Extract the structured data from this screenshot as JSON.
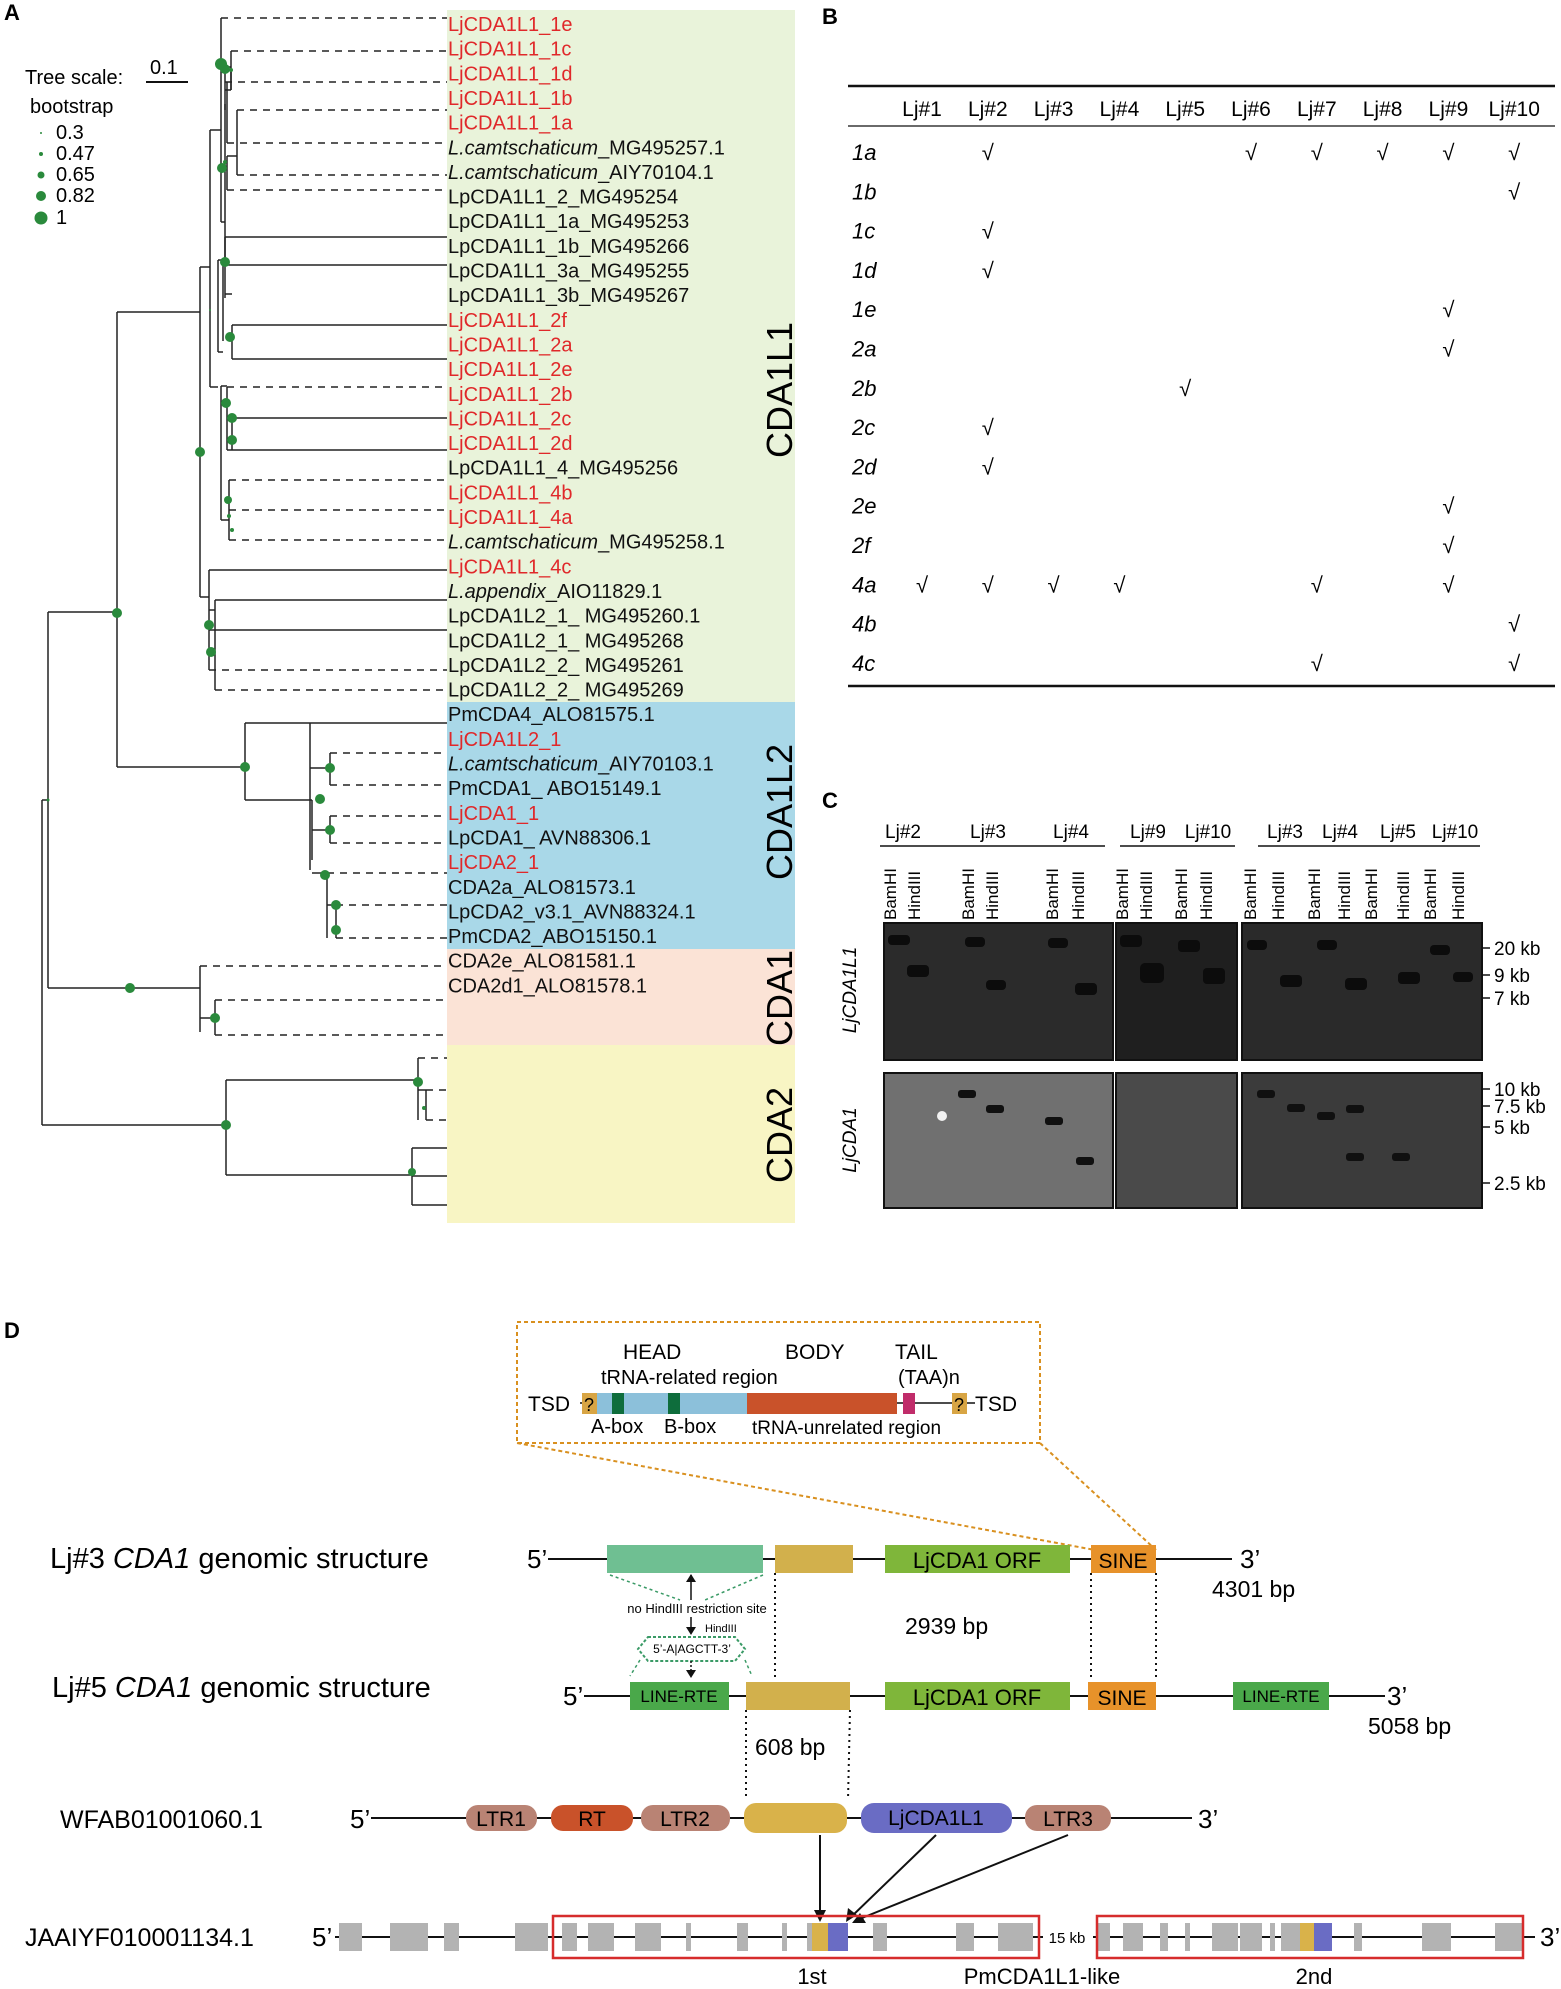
{
  "panels": {
    "A": "A",
    "B": "B",
    "C": "C",
    "D": "D"
  },
  "colors": {
    "red": "#e0282a",
    "green_dot": "#2a8a3c",
    "cda1l1_bg": "#e9f3da",
    "cda1l2_bg": "#a9d8e8",
    "cda1_bg": "#fbe3d6",
    "cda2_bg": "#f8f5c4",
    "sine": "#e7922a",
    "line_rte": "#4aa84a",
    "orf": "#7fb63a",
    "tan": "#d2b04c",
    "ltr": "#b98374",
    "rt": "#c9522a",
    "lj_cda1l1": "#6a6cc4",
    "exon_gray": "#b3b3b3",
    "box_red": "#d62c2c",
    "callout": "#d9901f"
  },
  "panelA": {
    "scale_label": "Tree scale:",
    "scale_value": "0.1",
    "bootstrap_title": "bootstrap",
    "bootstrap": [
      "0.3",
      "0.47",
      "0.65",
      "0.82",
      "1"
    ],
    "clades": [
      "CDA1L1",
      "CDA1L2",
      "CDA1",
      "CDA2"
    ],
    "leaves": [
      {
        "name": "LjCDA1L1_1e",
        "red": true
      },
      {
        "name": "LjCDA1L1_1c",
        "red": true
      },
      {
        "name": "LjCDA1L1_1d",
        "red": true
      },
      {
        "name": "LjCDA1L1_1b",
        "red": true
      },
      {
        "name": "LjCDA1L1_1a",
        "red": true
      },
      {
        "name": "L.camtschaticum_MG495257.1",
        "italic": "L.camtschaticum",
        "rest": "_MG495257.1"
      },
      {
        "name": "L.camtschaticum_AIY70104.1",
        "italic": "L.camtschaticum",
        "rest": "_AIY70104.1"
      },
      {
        "name": "LpCDA1L1_2_MG495254"
      },
      {
        "name": "LpCDA1L1_1a_MG495253"
      },
      {
        "name": "LpCDA1L1_1b_MG495266"
      },
      {
        "name": "LpCDA1L1_3a_MG495255"
      },
      {
        "name": "LpCDA1L1_3b_MG495267"
      },
      {
        "name": "LjCDA1L1_2f",
        "red": true
      },
      {
        "name": "LjCDA1L1_2a",
        "red": true
      },
      {
        "name": "LjCDA1L1_2e",
        "red": true
      },
      {
        "name": "LjCDA1L1_2b",
        "red": true
      },
      {
        "name": "LjCDA1L1_2c",
        "red": true
      },
      {
        "name": "LjCDA1L1_2d",
        "red": true
      },
      {
        "name": "LpCDA1L1_4_MG495256"
      },
      {
        "name": "LjCDA1L1_4b",
        "red": true
      },
      {
        "name": "LjCDA1L1_4a",
        "red": true
      },
      {
        "name": "L.camtschaticum_MG495258.1",
        "italic": "L.camtschaticum",
        "rest": "_MG495258.1"
      },
      {
        "name": "LjCDA1L1_4c",
        "red": true
      },
      {
        "name": "L.appendix_AIO11829.1",
        "italic": "L.appendix",
        "rest": "_AIO11829.1"
      },
      {
        "name": "LpCDA1L2_1_ MG495260.1"
      },
      {
        "name": "LpCDA1L2_1_ MG495268"
      },
      {
        "name": "LpCDA1L2_2_ MG495261"
      },
      {
        "name": "LpCDA1L2_2_ MG495269"
      },
      {
        "name": "PmCDA4_ALO81575.1"
      },
      {
        "name": "LjCDA1L2_1",
        "red": true
      },
      {
        "name": "L.camtschaticum_AIY70103.1",
        "italic": "L.camtschaticum",
        "rest": "_AIY70103.1"
      },
      {
        "name": "PmCDA1_ ABO15149.1"
      },
      {
        "name": "LjCDA1_1",
        "red": true
      },
      {
        "name": "LpCDA1_ AVN88306.1"
      },
      {
        "name": "LjCDA2_1",
        "red": true
      },
      {
        "name": "CDA2a_ALO81573.1"
      },
      {
        "name": "LpCDA2_v3.1_AVN88324.1"
      },
      {
        "name": "PmCDA2_ABO15150.1"
      },
      {
        "name": "CDA2e_ALO81581.1"
      },
      {
        "name": "CDA2d1_ALO81578.1"
      }
    ]
  },
  "panelB": {
    "columns": [
      "Lj#1",
      "Lj#2",
      "Lj#3",
      "Lj#4",
      "Lj#5",
      "Lj#6",
      "Lj#7",
      "Lj#8",
      "Lj#9",
      "Lj#10"
    ],
    "check": "√",
    "rows": [
      {
        "label": "1a",
        "checks": [
          2,
          6,
          7,
          8,
          9,
          10
        ]
      },
      {
        "label": "1b",
        "checks": [
          10
        ]
      },
      {
        "label": "1c",
        "checks": [
          2
        ]
      },
      {
        "label": "1d",
        "checks": [
          2
        ]
      },
      {
        "label": "1e",
        "checks": [
          9
        ]
      },
      {
        "label": "2a",
        "checks": [
          9
        ]
      },
      {
        "label": "2b",
        "checks": [
          5
        ]
      },
      {
        "label": "2c",
        "checks": [
          2
        ]
      },
      {
        "label": "2d",
        "checks": [
          2
        ]
      },
      {
        "label": "2e",
        "checks": [
          9
        ]
      },
      {
        "label": "2f",
        "checks": [
          9
        ]
      },
      {
        "label": "4a",
        "checks": [
          1,
          2,
          3,
          4,
          7,
          9
        ]
      },
      {
        "label": "4b",
        "checks": [
          10
        ]
      },
      {
        "label": "4c",
        "checks": [
          7,
          10
        ]
      }
    ]
  },
  "panelC": {
    "group1": [
      "Lj#2",
      "Lj#3",
      "Lj#4"
    ],
    "group2": [
      "Lj#9",
      "Lj#10"
    ],
    "group3": [
      "Lj#3",
      "Lj#4",
      "Lj#5",
      "Lj#10"
    ],
    "enzymes": [
      "BamHI",
      "HindIII"
    ],
    "row_labels": [
      "LjCDA1L1",
      "LjCDA1"
    ],
    "sizes_top": [
      "20 kb",
      "9 kb",
      "7 kb"
    ],
    "sizes_bottom": [
      "10 kb",
      "7.5 kb",
      "5 kb",
      "2.5 kb"
    ]
  },
  "panelD": {
    "sine": {
      "head": "HEAD",
      "body": "BODY",
      "tail": "TAIL",
      "trna_related": "tRNA-related region",
      "taa": "(TAA)n",
      "tsd": "TSD",
      "q": "?",
      "abox": "A-box",
      "bbox": "B-box",
      "trna_unrelated": "tRNA-unrelated region"
    },
    "lj3_title": "Lj#3",
    "lj3_gene": "CDA1",
    "lj3_suffix": "genomic structure",
    "lj5_title": "Lj#5",
    "lj5_gene": "CDA1",
    "lj5_suffix": "genomic structure",
    "five": "5’",
    "three": "3’",
    "orf": "LjCDA1 ORF",
    "sine_label": "SINE",
    "len_lj3": "4301 bp",
    "len_lj5": "5058 bp",
    "gap_2939": "2939 bp",
    "gap_608": "608 bp",
    "no_hind": "no HindIII restriction site",
    "hindiii": "HindIII",
    "site_seq": "5’-A|AGCTT-3’",
    "line_rte": "LINE-RTE",
    "wfab": "WFAB01001060.1",
    "ltr1": "LTR1",
    "rt": "RT",
    "ltr2": "LTR2",
    "ljcda1l1": "LjCDA1L1",
    "ltr3": "LTR3",
    "jaai": "JAAIYF010001134.1",
    "kb15": "15 kb",
    "first": "1st",
    "pm_like": "PmCDA1L1-like",
    "second": "2nd"
  }
}
